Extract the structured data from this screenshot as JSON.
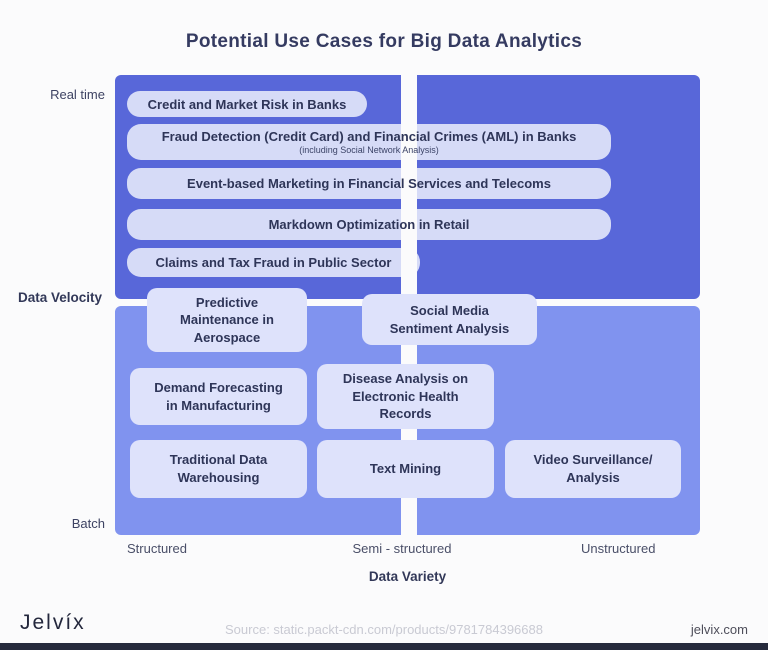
{
  "title": "Potential Use Cases for Big Data Analytics",
  "axes": {
    "y_title": "Data Velocity",
    "y_top": "Real time",
    "y_bottom": "Batch",
    "x_title": "Data Variety",
    "x_ticks": [
      "Structured",
      "Semi - structured",
      "Unstructured"
    ]
  },
  "real_time_items": [
    {
      "label": "Credit and Market Risk in Banks"
    },
    {
      "label": "Fraud Detection (Credit Card) and Financial Crimes (AML) in Banks",
      "sublabel": "(including Social Network Analysis)"
    },
    {
      "label": "Event-based Marketing in Financial Services and Telecoms"
    },
    {
      "label": "Markdown Optimization in Retail"
    },
    {
      "label": "Claims and Tax Fraud in Public Sector"
    }
  ],
  "batch_items": [
    {
      "label": "Predictive Maintenance in Aerospace"
    },
    {
      "label": "Social Media Sentiment Analysis"
    },
    {
      "label": "Demand Forecasting in Manufacturing"
    },
    {
      "label": "Disease Analysis on Electronic Health Records"
    },
    {
      "label": "Traditional Data Warehousing"
    },
    {
      "label": "Text Mining"
    },
    {
      "label": "Video Surveillance/ Analysis"
    }
  ],
  "footer": {
    "logo": "Jelvíx",
    "source": "Source: static.packt-cdn.com/products/9781784396688",
    "site": "jelvix.com"
  },
  "colors": {
    "real_time_region": "#5867d9",
    "batch_region": "#8093ef",
    "pill_bg": "#d6dbf7",
    "box_bg": "#dee2fb",
    "text_dark": "#2e3558"
  }
}
